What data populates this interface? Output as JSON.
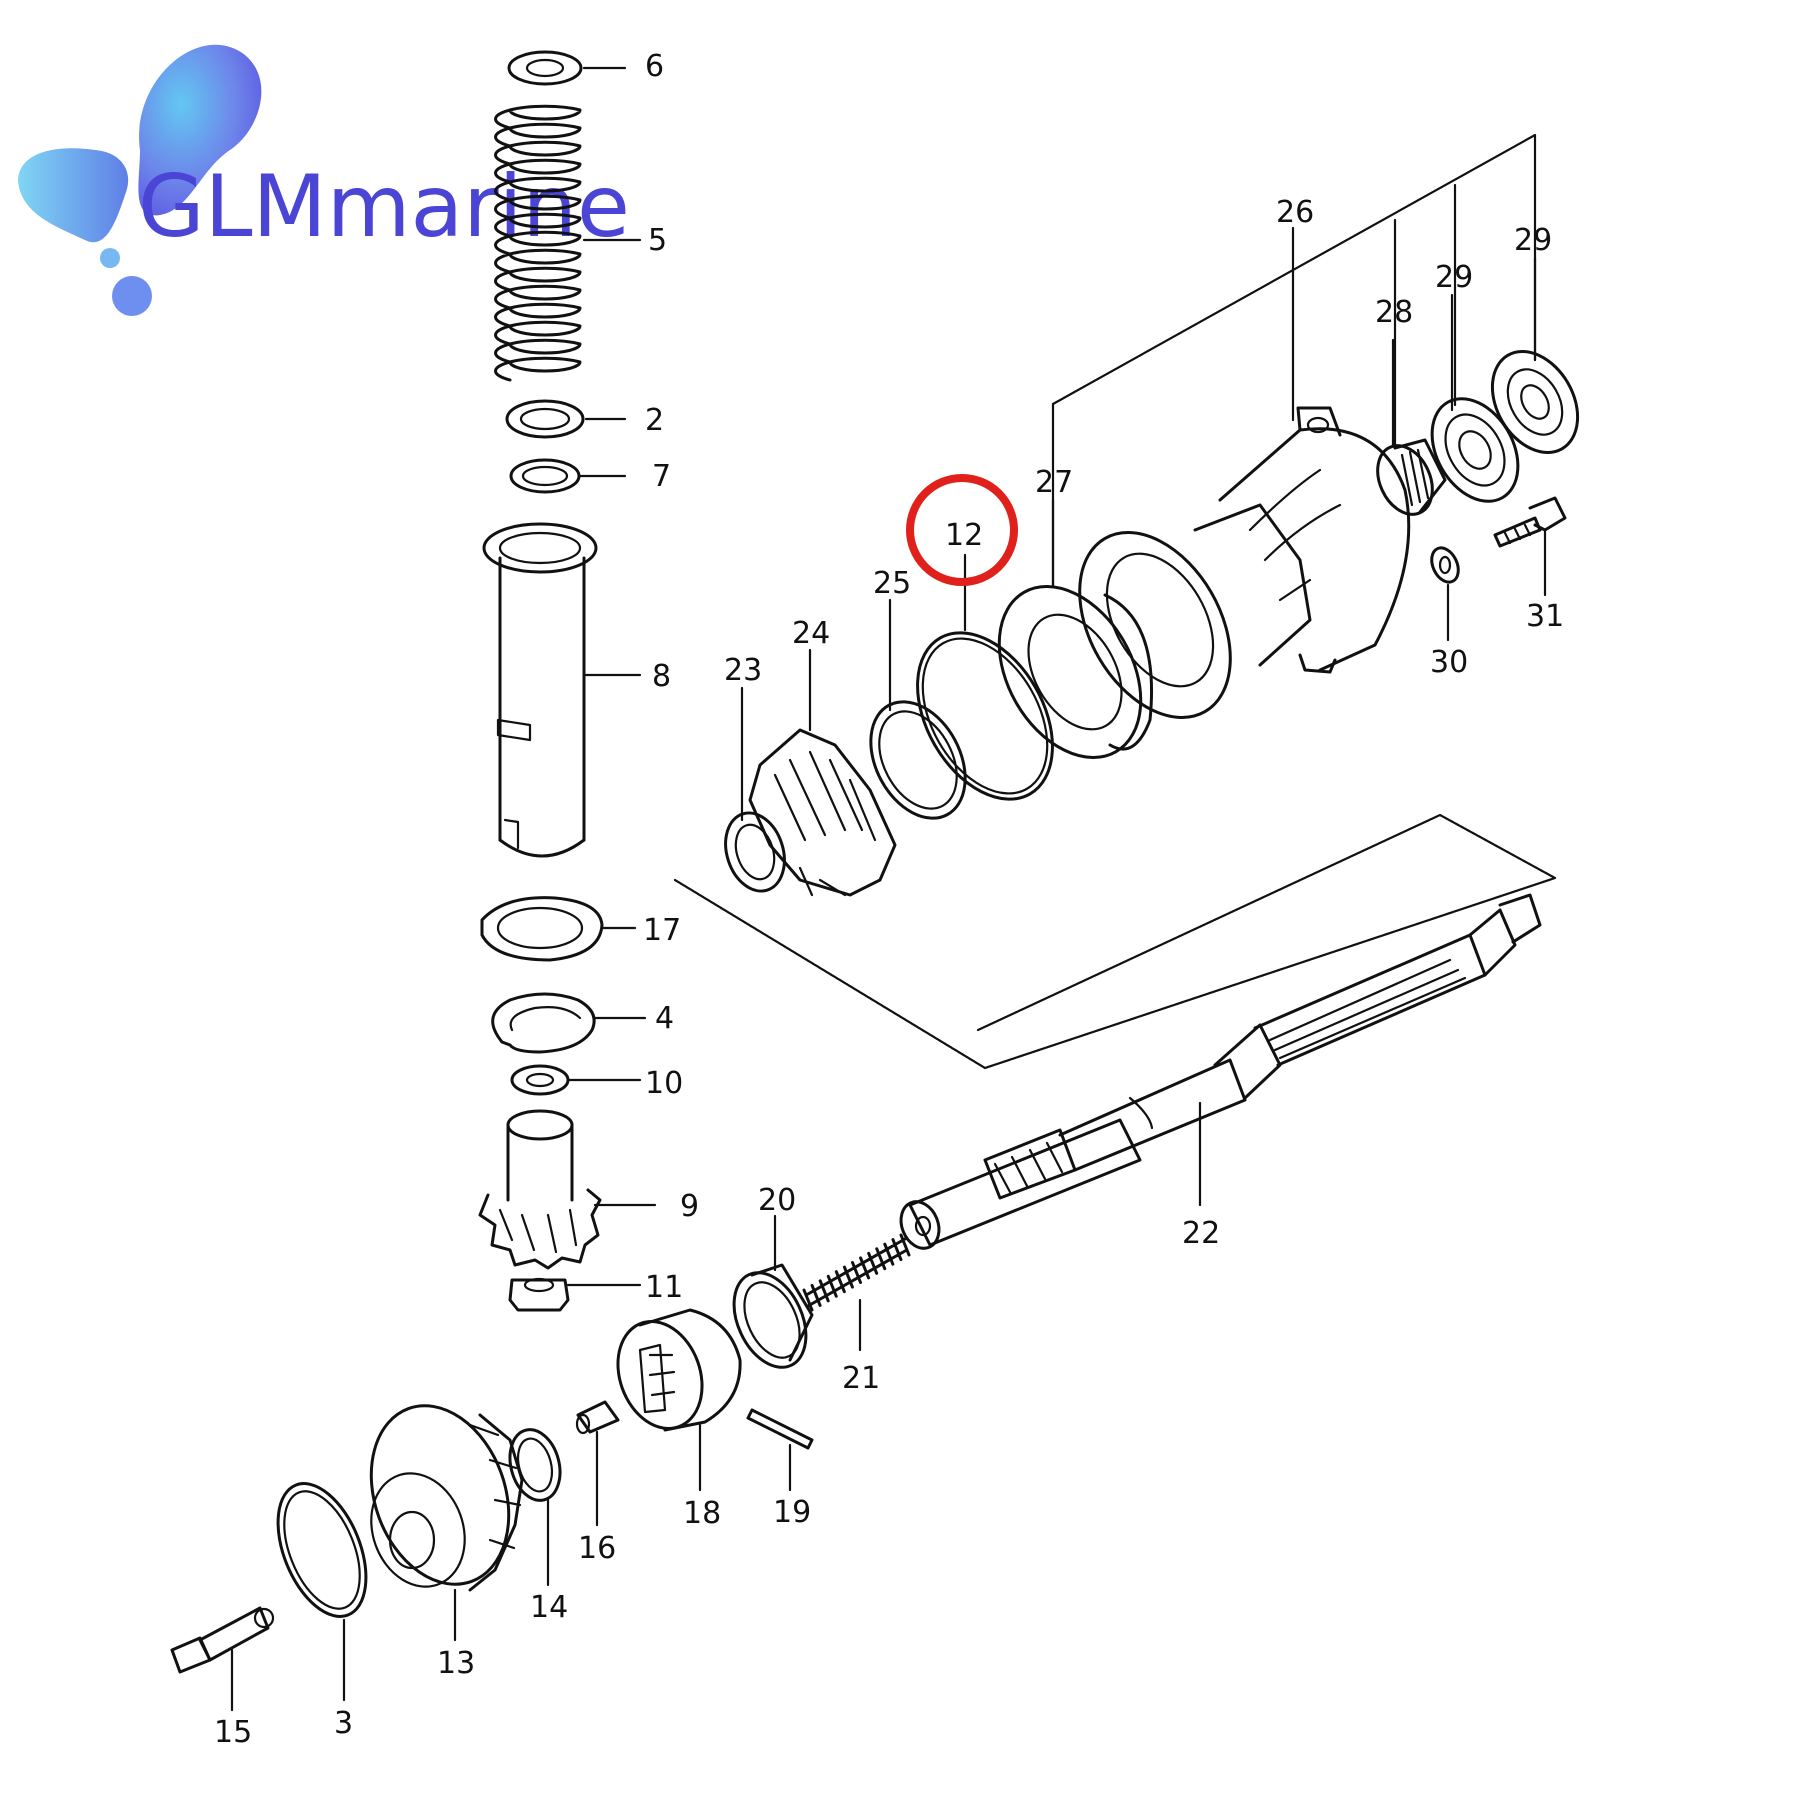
{
  "logo": {
    "text": "GLMmarine",
    "text_color": "#4b45d6",
    "blob_colors": [
      "#5b4fe0",
      "#63c7f2"
    ]
  },
  "highlight": {
    "part_number": "12",
    "circle_color": "#e0201b"
  },
  "callouts": [
    {
      "id": "p6",
      "label": "6"
    },
    {
      "id": "p5",
      "label": "5"
    },
    {
      "id": "p2",
      "label": "2"
    },
    {
      "id": "p7",
      "label": "7"
    },
    {
      "id": "p8",
      "label": "8"
    },
    {
      "id": "p17",
      "label": "17"
    },
    {
      "id": "p4",
      "label": "4"
    },
    {
      "id": "p10",
      "label": "10"
    },
    {
      "id": "p9",
      "label": "9"
    },
    {
      "id": "p11",
      "label": "11"
    },
    {
      "id": "p20",
      "label": "20"
    },
    {
      "id": "p21",
      "label": "21"
    },
    {
      "id": "p22",
      "label": "22"
    },
    {
      "id": "p12",
      "label": "12"
    },
    {
      "id": "p25",
      "label": "25"
    },
    {
      "id": "p24",
      "label": "24"
    },
    {
      "id": "p23",
      "label": "23"
    },
    {
      "id": "p27",
      "label": "27"
    },
    {
      "id": "p26",
      "label": "26"
    },
    {
      "id": "p28",
      "label": "28"
    },
    {
      "id": "p29a",
      "label": "29"
    },
    {
      "id": "p29b",
      "label": "29"
    },
    {
      "id": "p30",
      "label": "30"
    },
    {
      "id": "p31",
      "label": "31"
    },
    {
      "id": "p18",
      "label": "18"
    },
    {
      "id": "p19",
      "label": "19"
    },
    {
      "id": "p16",
      "label": "16"
    },
    {
      "id": "p14",
      "label": "14"
    },
    {
      "id": "p13",
      "label": "13"
    },
    {
      "id": "p15",
      "label": "15"
    },
    {
      "id": "p3",
      "label": "3"
    }
  ]
}
